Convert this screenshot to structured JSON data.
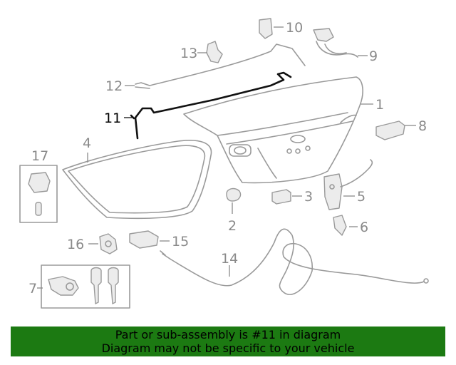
{
  "callouts": {
    "c1": "1",
    "c2": "2",
    "c3": "3",
    "c4": "4",
    "c5": "5",
    "c6": "6",
    "c7": "7",
    "c8": "8",
    "c9": "9",
    "c10": "10",
    "c11": "11",
    "c12": "12",
    "c13": "13",
    "c14": "14",
    "c15": "15",
    "c16": "16",
    "c17": "17"
  },
  "highlighted_part": "11",
  "colors": {
    "banner": "#1c7a12",
    "highlight": "#111111",
    "part_line": "#9a9a9a"
  },
  "banner": {
    "line1": "Part or sub-assembly is #11 in diagram",
    "line2": "Diagram may not be specific to your vehicle"
  }
}
